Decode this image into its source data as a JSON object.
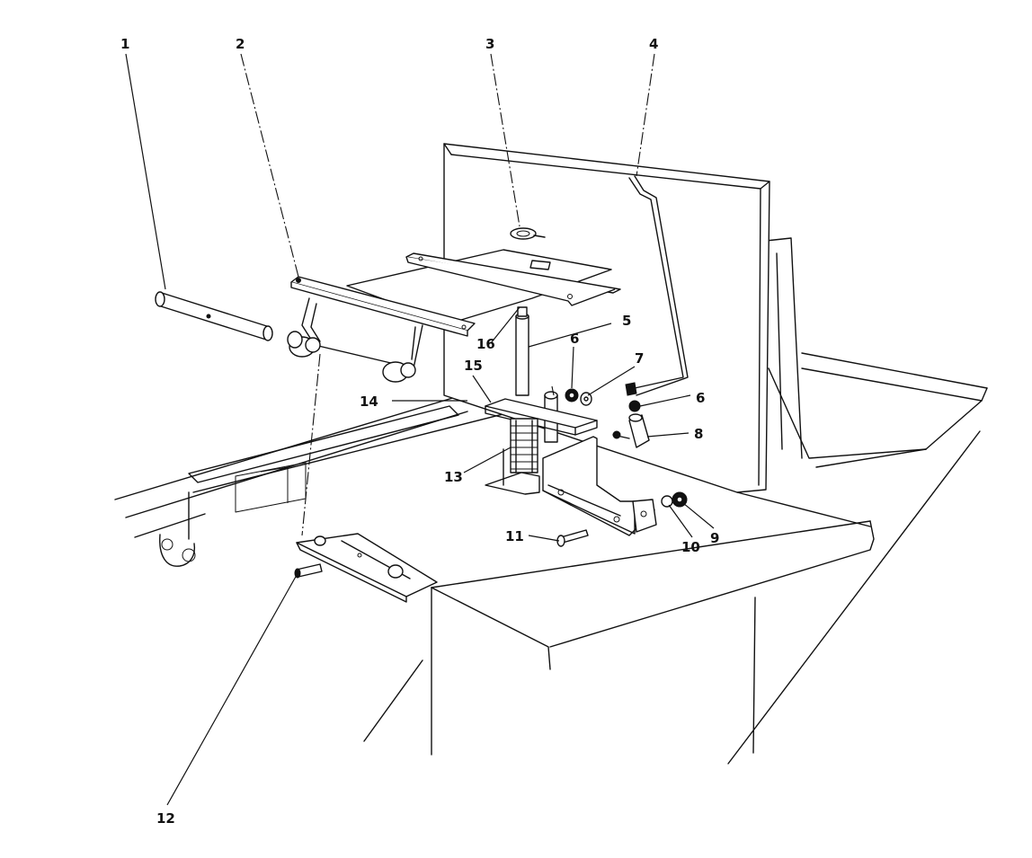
{
  "figure": {
    "callouts": [
      {
        "id": "c1",
        "label": "1"
      },
      {
        "id": "c2",
        "label": "2"
      },
      {
        "id": "c3",
        "label": "3"
      },
      {
        "id": "c4",
        "label": "4"
      },
      {
        "id": "c5",
        "label": "5"
      },
      {
        "id": "c6a",
        "label": "6"
      },
      {
        "id": "c6b",
        "label": "6"
      },
      {
        "id": "c7",
        "label": "7"
      },
      {
        "id": "c8",
        "label": "8"
      },
      {
        "id": "c9",
        "label": "9"
      },
      {
        "id": "c10",
        "label": "10"
      },
      {
        "id": "c11",
        "label": "11"
      },
      {
        "id": "c12",
        "label": "12"
      },
      {
        "id": "c13",
        "label": "13"
      },
      {
        "id": "c14",
        "label": "14"
      },
      {
        "id": "c15",
        "label": "15"
      },
      {
        "id": "c16",
        "label": "16"
      }
    ]
  }
}
